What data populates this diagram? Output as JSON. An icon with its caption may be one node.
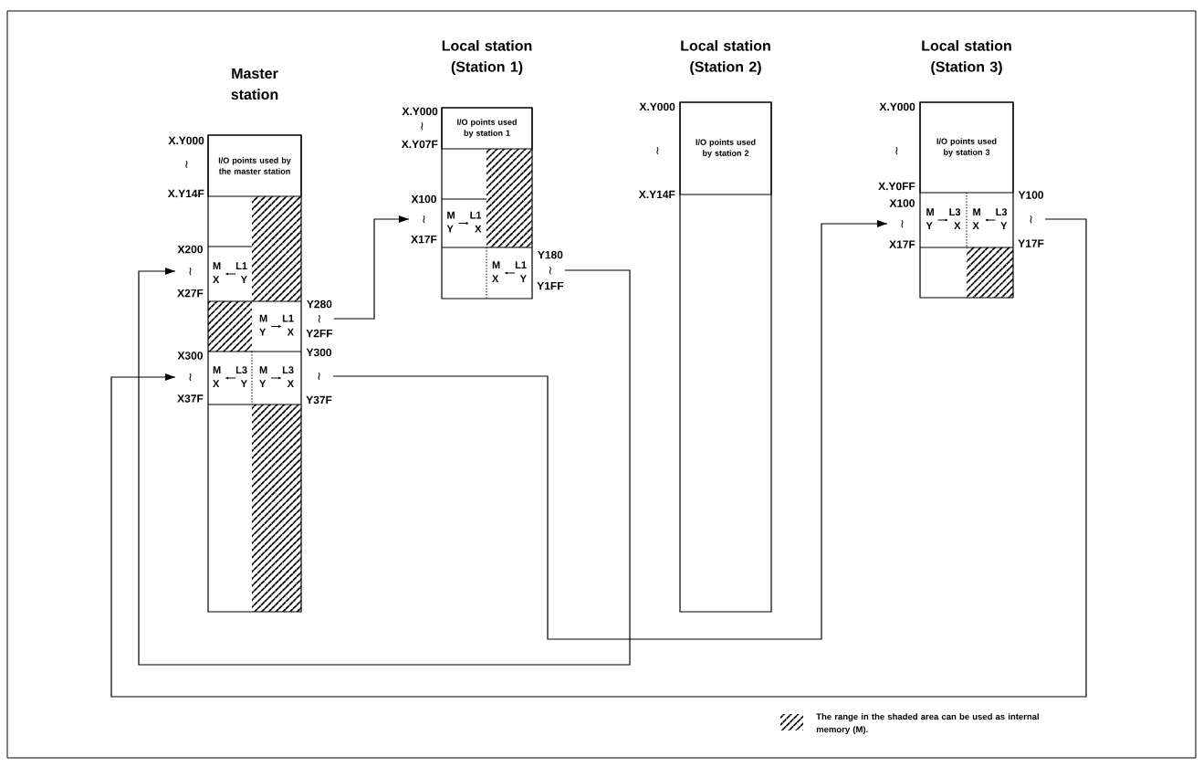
{
  "diagram": {
    "nodes": [
      {
        "text": [
          "Master station"
        ]
      },
      {
        "text": [
          "I/O points used by the master station"
        ],
        "in": 0
      },
      {
        "text": [
          "M",
          "L1",
          "X",
          "Y"
        ],
        "in": 0
      },
      {
        "text": [
          "M",
          "L1",
          "Y",
          "X"
        ],
        "in": 0
      },
      {
        "text": [
          "M",
          "L3",
          "X",
          "Y"
        ],
        "in": 0
      },
      {
        "text": [
          "M",
          "L3",
          "Y",
          "X"
        ],
        "in": 0
      },
      {
        "text": [
          "X200",
          "≀",
          "X27F"
        ]
      },
      {
        "text": [
          "X300",
          "≀",
          "X37F"
        ]
      },
      {
        "text": [
          "Y280",
          "≀",
          "Y2FF"
        ]
      },
      {
        "text": [
          "Y300",
          "≀",
          "Y37F"
        ]
      },
      {
        "text": [
          "Local station (Station 1)"
        ]
      },
      {
        "text": [
          "I/O points used by station 1"
        ],
        "in": 10
      },
      {
        "text": [
          "M",
          "L1",
          "Y",
          "X"
        ],
        "in": 10
      },
      {
        "text": [
          "M",
          "L1",
          "X",
          "Y"
        ],
        "in": 10
      },
      {
        "text": [
          "X100",
          "≀",
          "X17F"
        ]
      },
      {
        "text": [
          "Y180",
          "≀",
          "Y1FF"
        ]
      },
      {
        "text": [
          "Local station (Station 2)"
        ]
      },
      {
        "text": [
          "I/O points used by station 2"
        ],
        "in": 16
      },
      {
        "text": [
          "Local station (Station 3)"
        ]
      },
      {
        "text": [
          "I/O points used by station 3"
        ],
        "in": 18
      },
      {
        "text": [
          "M",
          "L3",
          "Y",
          "X"
        ],
        "in": 18
      },
      {
        "text": [
          "M",
          "L3",
          "X",
          "Y"
        ],
        "in": 18
      },
      {
        "text": [
          "X100",
          "≀",
          "X17F"
        ]
      },
      {
        "text": [
          "Y100",
          "≀",
          "Y17F"
        ]
      }
    ],
    "edges": [
      {
        "from": 8,
        "to": 14,
        "arrow": "to"
      },
      {
        "from": 15,
        "to": 6,
        "arrow": "to"
      },
      {
        "from": 9,
        "to": 22,
        "arrow": "to"
      },
      {
        "from": 23,
        "to": 7,
        "arrow": "to"
      }
    ],
    "labels": [
      "X.Y000",
      "≀",
      "X.Y14F",
      "X.Y000",
      "≀",
      "X.Y07F",
      "X.Y000",
      "≀",
      "X.Y14F",
      "X.Y000",
      "≀",
      "X.Y0FF"
    ],
    "legend": [
      {
        "text": "The range in the shaded area can be used as internal memory (M)."
      }
    ]
  }
}
